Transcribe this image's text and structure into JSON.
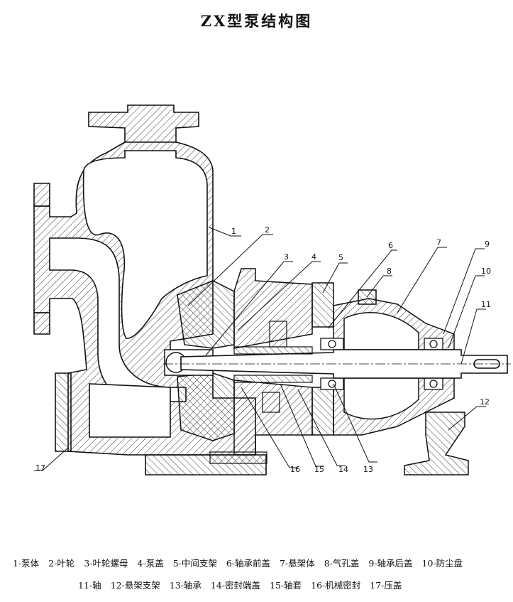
{
  "title": "ZX型泵结构图",
  "callouts": [
    "1",
    "2",
    "3",
    "4",
    "5",
    "6",
    "7",
    "8",
    "9",
    "10",
    "11",
    "12",
    "13",
    "14",
    "15",
    "16",
    "17"
  ],
  "legend": {
    "row1": [
      "1-泵体",
      "2-叶轮",
      "3-叶轮螺母",
      "4-泵盖",
      "5-中间支架",
      "6-轴承前盖",
      "7-悬架体",
      "8-气孔盖",
      "9-轴承后盖",
      "10-防尘盘"
    ],
    "row2": [
      "11-轴",
      "12-悬架支架",
      "13-轴承",
      "14-密封端盖",
      "15-轴套",
      "16-机械密封",
      "17-压盖"
    ]
  }
}
